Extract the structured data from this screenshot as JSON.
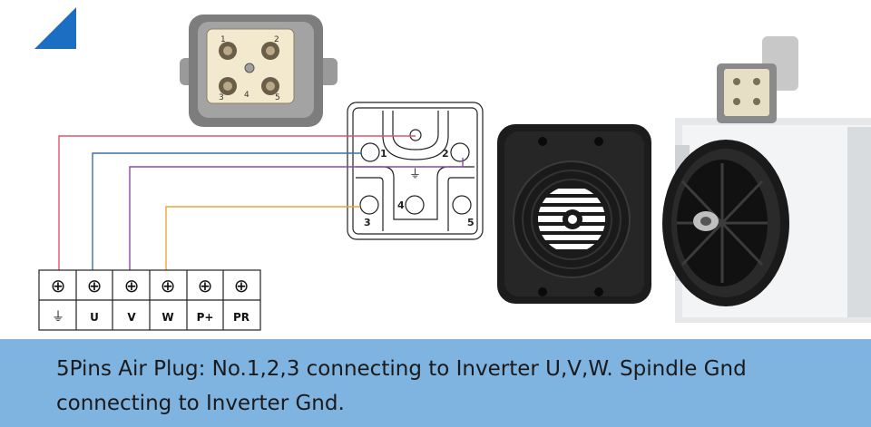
{
  "colors": {
    "accent_blue": "#1b6ec2",
    "band": "#7fb3e0",
    "wire_red": "#e2536b",
    "wire_blue": "#3d6fa8",
    "wire_purple": "#8a4aa6",
    "wire_orange": "#f0a33a",
    "stripe_red": "#d9534f",
    "stripe_white": "#ffffff",
    "stripe_blue": "#3e6fb3"
  },
  "plug_photo": {
    "pin_labels": [
      "1",
      "2",
      "3",
      "4",
      "5"
    ]
  },
  "pin_diagram": {
    "pins": [
      {
        "label": "1"
      },
      {
        "label": "2"
      },
      {
        "label": "3"
      },
      {
        "label": "4"
      },
      {
        "label": "5"
      }
    ],
    "ground_symbol": "⏚"
  },
  "terminal_block": {
    "screw_symbol": "⊕",
    "labels": [
      "⏚",
      "U",
      "V",
      "W",
      "P+",
      "PR"
    ]
  },
  "caption": {
    "line1": "5Pins Air Plug: No.1,2,3 connecting to Inverter U,V,W. Spindle Gnd",
    "line2": "connecting to Inverter Gnd."
  }
}
